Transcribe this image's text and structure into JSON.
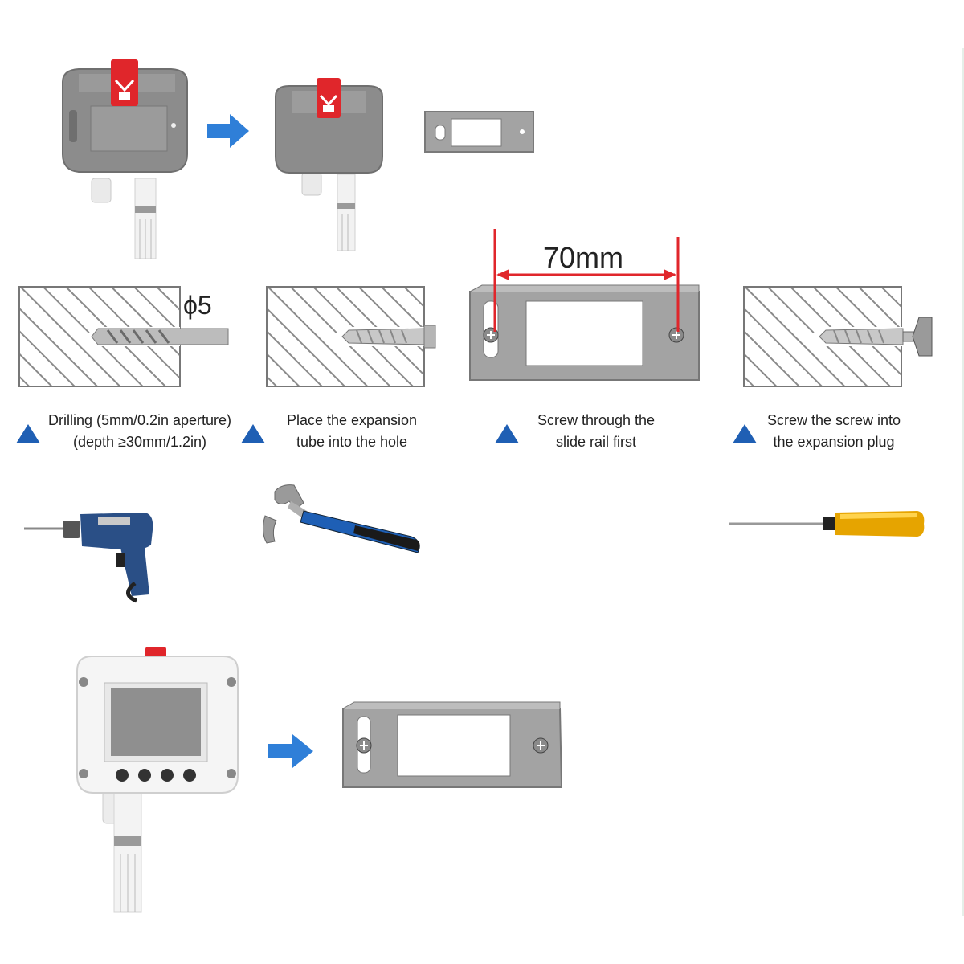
{
  "steps": [
    {
      "caption_line1": "Drilling (5mm/0.2in aperture)",
      "caption_line2": "(depth ≥30mm/1.2in)",
      "tool_icon": "drill-icon"
    },
    {
      "caption_line1": "Place the expansion",
      "caption_line2": "tube into the hole",
      "tool_icon": "hammer-icon"
    },
    {
      "caption_line1": "Screw through the",
      "caption_line2": "slide rail first",
      "tool_icon": ""
    },
    {
      "caption_line1": "Screw the screw into",
      "caption_line2": "the expansion plug",
      "tool_icon": "screwdriver-icon"
    }
  ],
  "labels": {
    "hole_diameter": "ϕ5",
    "rail_spacing": "70mm"
  },
  "colors": {
    "arrow_blue": "#2f7fd8",
    "triangle_blue": "#1f5fb4",
    "clip_red": "#e0262b",
    "dimension_red": "#e0262b",
    "housing_gray": "#8f8f8f",
    "rail_gray": "#a3a3a3"
  }
}
